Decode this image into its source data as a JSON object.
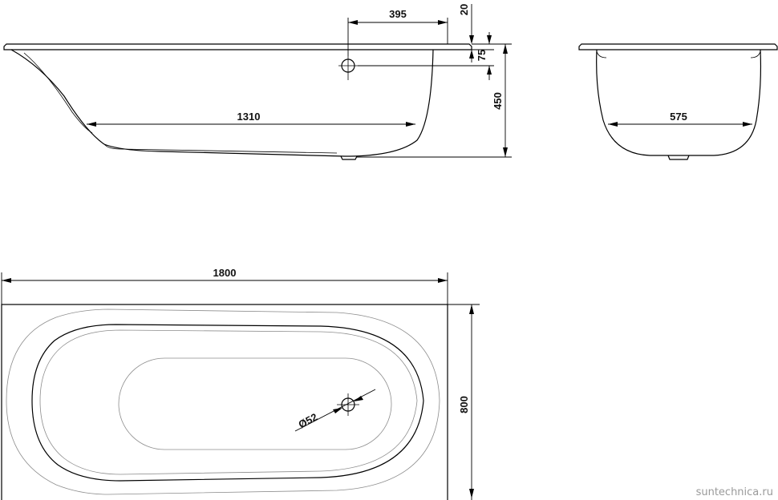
{
  "dimensions": {
    "overflow_offset": "395",
    "rim_thickness": "20",
    "overflow_height": "75",
    "tub_depth": "450",
    "bottom_length": "1310",
    "bottom_width": "575",
    "overall_length": "1800",
    "overall_width": "800",
    "drain_diameter": "Ø52"
  },
  "watermark": "suntechnica.ru"
}
